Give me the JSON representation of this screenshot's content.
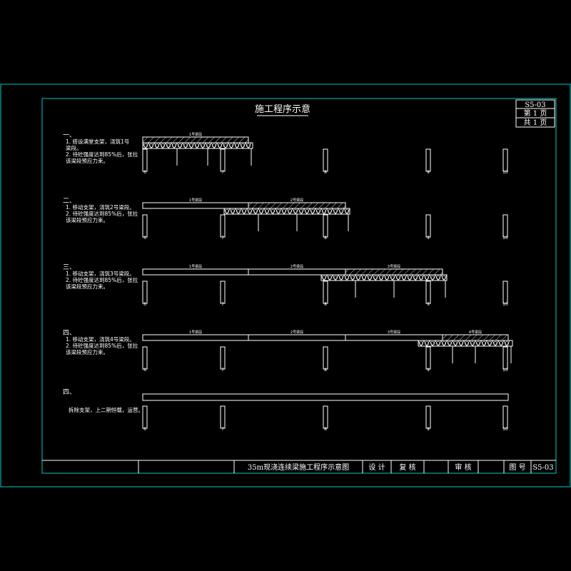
{
  "drawing": {
    "title": "施工程序示意",
    "sheet_box": {
      "number": "S5-03",
      "page_line": "第 1 页",
      "total_line": "共 1 页"
    },
    "stages": [
      {
        "marker": "一、",
        "instructions": [
          "1. 搭设满堂支架，浇筑1号",
          "梁段。",
          "2. 待砼强度达到85%后，张拉",
          "该梁段预应力束。"
        ],
        "segment_labels": [
          "1号梁段"
        ],
        "pier_labels": [
          "6",
          "7",
          "8",
          "9",
          "10"
        ]
      },
      {
        "marker": "二、",
        "instructions": [
          "1. 移动支架，浇筑2号梁段。",
          "2. 待砼强度达到85%后，张拉",
          "该梁段预应力束。"
        ],
        "segment_labels": [
          "1号梁段",
          "2号梁段"
        ],
        "pier_labels": [
          "6",
          "7",
          "8",
          "9",
          "10"
        ]
      },
      {
        "marker": "三、",
        "instructions": [
          "1. 移动支架，浇筑3号梁段。",
          "2. 待砼强度达到85%后，张拉",
          "该梁段预应力束。"
        ],
        "segment_labels": [
          "1号梁段",
          "2号梁段",
          "3号梁段"
        ],
        "pier_labels": [
          "6",
          "7",
          "8",
          "9",
          "10"
        ]
      },
      {
        "marker": "四、",
        "instructions": [
          "1. 移动支架，浇筑4号梁段。",
          "2. 待砼强度达到85%后，张拉",
          "该梁段预应力束。"
        ],
        "segment_labels": [
          "1号梁段",
          "2号梁段",
          "3号梁段",
          "4号梁段"
        ],
        "pier_labels": [
          "6",
          "7",
          "8",
          "9",
          "10"
        ]
      },
      {
        "marker": "四、",
        "instructions": [
          "拆除支架，上二期恒载，运营。"
        ],
        "segment_labels": [],
        "pier_labels": [
          "6",
          "7",
          "8",
          "9",
          "10"
        ]
      }
    ],
    "title_block": {
      "drawing_name": "35m现浇连续梁施工程序示意图",
      "design": "设 计",
      "review": "复 核",
      "approve": "审 核",
      "drawing_no_label": "图 号",
      "drawing_no": "S5-03"
    }
  },
  "colors": {
    "frame_outer": "#00c8c8",
    "frame_inner": "#00c8c8",
    "line": "#ffffff",
    "background": "#000000"
  }
}
